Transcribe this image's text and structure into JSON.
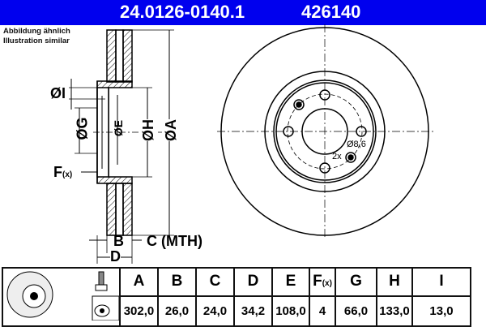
{
  "header": {
    "part_number": "24.0126-0140.1",
    "code": "426140",
    "background_color": "#0000ee"
  },
  "notes": {
    "line1": "Abbildung ähnlich",
    "line2": "Illustration similar"
  },
  "section_labels": {
    "diam_i": "ØI",
    "diam_g": "ØG",
    "diam_e": "ØE",
    "diam_h": "ØH",
    "diam_a": "ØA",
    "f": "F",
    "f_sub": "(x)",
    "b": "B",
    "c_mth": "C (MTH)",
    "d": "D"
  },
  "front_view": {
    "hole_label": "Ø8,6",
    "hole_count": "2x"
  },
  "table": {
    "columns": [
      "A",
      "B",
      "C",
      "D",
      "E",
      "F(x)",
      "G",
      "H",
      "I"
    ],
    "headers": {
      "a": "A",
      "b": "B",
      "c": "C",
      "d": "D",
      "e": "E",
      "f": "F",
      "f_sub": "(x)",
      "g": "G",
      "h": "H",
      "i": "I"
    },
    "values": {
      "a": "302,0",
      "b": "26,0",
      "c": "24,0",
      "d": "34,2",
      "e": "108,0",
      "f": "4",
      "g": "66,0",
      "h": "133,0",
      "i": "13,0"
    }
  }
}
